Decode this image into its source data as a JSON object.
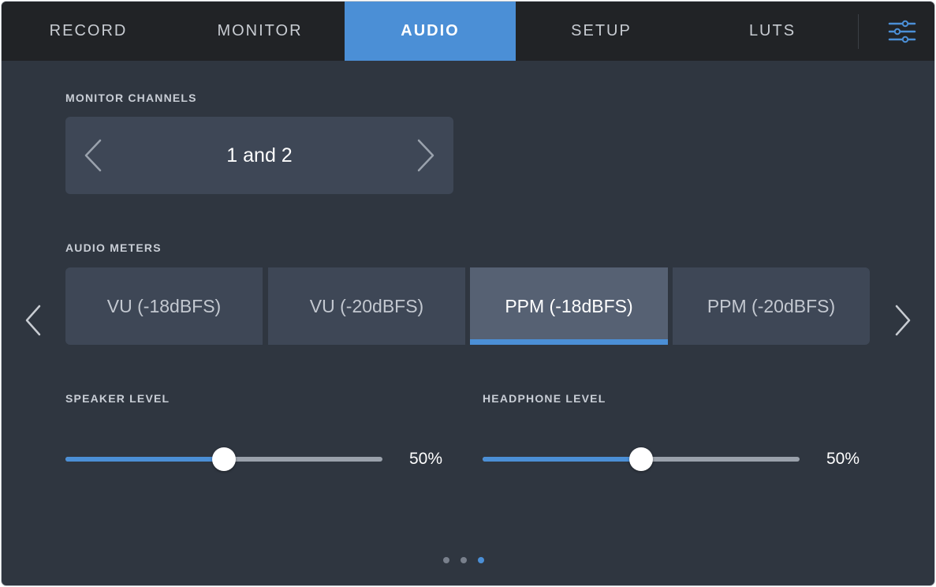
{
  "tabs": [
    {
      "label": "RECORD",
      "active": false
    },
    {
      "label": "MONITOR",
      "active": false
    },
    {
      "label": "AUDIO",
      "active": true
    },
    {
      "label": "SETUP",
      "active": false
    },
    {
      "label": "LUTS",
      "active": false
    }
  ],
  "settings_icon": "sliders-menu-icon",
  "monitor_channels": {
    "label": "MONITOR CHANNELS",
    "value": "1 and 2"
  },
  "audio_meters": {
    "label": "AUDIO METERS",
    "options": [
      "VU (-18dBFS)",
      "VU (-20dBFS)",
      "PPM (-18dBFS)",
      "PPM (-20dBFS)"
    ],
    "selected": "PPM (-18dBFS)"
  },
  "speaker_level": {
    "label": "SPEAKER LEVEL",
    "value_text": "50%",
    "fraction": 0.5
  },
  "headphone_level": {
    "label": "HEADPHONE LEVEL",
    "value_text": "50%",
    "fraction": 0.5
  },
  "pagination": {
    "pages": 3,
    "current": 3
  },
  "colors": {
    "accent": "#4b8fd6",
    "background": "#2f3640",
    "tabbar": "#212326",
    "control": "#3e4756",
    "control_selected": "#566173"
  }
}
